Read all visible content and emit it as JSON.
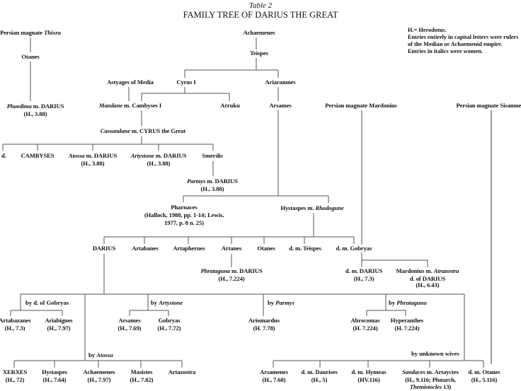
{
  "title": {
    "table": "Table 2",
    "heading": "FAMILY TREE OF DARIUS THE GREAT"
  },
  "legend": [
    "H.= Herodotus.",
    "Entries entirely in capital letters were rulers",
    "of the Median or Achaemenid empire.",
    "Entries in italics were women."
  ],
  "nodes": {
    "thixra": {
      "a": "Persian magnate ",
      "b": "Thixra"
    },
    "otanes1": "Otanes",
    "phaedima": {
      "a": "Phaedima",
      "b": " m. DARIUS",
      "c": "(H., 3.88)"
    },
    "achaemenes1": "Achaemenes",
    "teispes": "Teispes",
    "astyages": "Astyages of Media",
    "cyrus1": "Cyrus I",
    "ariaramnes": "Ariaramnes",
    "mandane": {
      "a": "Mandane",
      "b": " m. Cambyses I"
    },
    "arruku": "Arruku",
    "arsames1": "Arsames",
    "mardonius_mag": "Persian magnate Mardonius",
    "sisamnes": "Persian magnate Sisamnes",
    "cassandane": {
      "a": "Cassandane",
      "b": " m. CYRUS the Great"
    },
    "d": "d.",
    "cambyses": "CAMBYSES",
    "atossa": {
      "a": "Atossa",
      "b": " m. DARIUS",
      "c": "(H., 3.88)"
    },
    "artystone": {
      "a": "Artystone",
      "b": " m. DARIUS",
      "c": "(H., 3.88)"
    },
    "smerdis": "Smerdis",
    "parmys": {
      "a": "Parmys",
      "b": " m. DARIUS",
      "c": "(H., 3.88)"
    },
    "pharnaces": {
      "a": "Pharnaces",
      "b": "(Hallock, 1988, pp. 1-14; Lewis,",
      "c": "1977, p. 8 n. 25)"
    },
    "hystaspes1": {
      "a": "Hystaspes m. ",
      "b": "Rhodogune"
    },
    "darius": "DARIUS",
    "artabanes": "Artabanes",
    "artaphernes": "Artaphernes",
    "artanes": "Artanes",
    "otanes2": "Otanes",
    "dteispes": "d. m. Teispes",
    "dgobryas": "d. m. Gobryas",
    "phrataguna": {
      "a": "Phrataguna",
      "b": " m. DARIUS",
      "c": "(H., 7.224)"
    },
    "ddarius": {
      "a": "d. m. DARIUS",
      "b": "(H., 7.3)"
    },
    "mardonius": {
      "a": "Mardonius m. ",
      "b": "Atrazostra",
      "c": "d. of DARIUS",
      "d": "(H., 6.43)"
    },
    "by_gobryas": "by  d. of Gobryas",
    "by_artystone": {
      "a": "by ",
      "b": "Artystone"
    },
    "by_parmys": {
      "a": "by ",
      "b": "Parmys"
    },
    "by_phrataguna": {
      "a": "by ",
      "b": "Phrataguna"
    },
    "by_atossa": {
      "a": "by ",
      "b": "Atossa"
    },
    "by_unknown": "by unknown wives",
    "artabazanes": {
      "a": "Artabazanes",
      "b": "(H., 7.3)"
    },
    "ariabignes": {
      "a": "Ariabignes",
      "b": "(H., 7.97)"
    },
    "arsames2": {
      "a": "Arsames",
      "b": "(H., 7.69)"
    },
    "gobryas": {
      "a": "Gobryas",
      "b": "(H., 7.72)"
    },
    "ariomardus": {
      "a": "Ariomardus",
      "b": "(H. 7.78)"
    },
    "abrocomas": {
      "a": "Abrocomas",
      "b": "(H. 7.224)"
    },
    "hyperanthes": {
      "a": "Hyperanthes",
      "b": "(H. 7.224)"
    },
    "xerxes": {
      "a": "XERXES",
      "b": "(H., 72)"
    },
    "hystaspes2": {
      "a": "Hystaspes",
      "b": "(H., 7.64)"
    },
    "achaemenes2": {
      "a": "Achaemenes",
      "b": "(H., 7.97)"
    },
    "masistes": {
      "a": "Masistes",
      "b": "(H., 7.82)"
    },
    "artazostra": "Artazostra",
    "arsamenes": {
      "a": "Arsamenes",
      "b": "(H., 7.68)"
    },
    "daurises": {
      "a": "d. m. Daurises",
      "b": "(H., 5)"
    },
    "hymeas": {
      "a": "d. m. Hymeas",
      "b": "(HV.116)"
    },
    "sandaces": {
      "a": "Sandaces",
      "b": " m. Artayctes",
      "c": "(H., 9.116; Plutarch,",
      "d": "Themistocles",
      "e": " 13)"
    },
    "otanes3": {
      "a": "d. m. Otanes",
      "b": "(H., 5.116)"
    }
  }
}
